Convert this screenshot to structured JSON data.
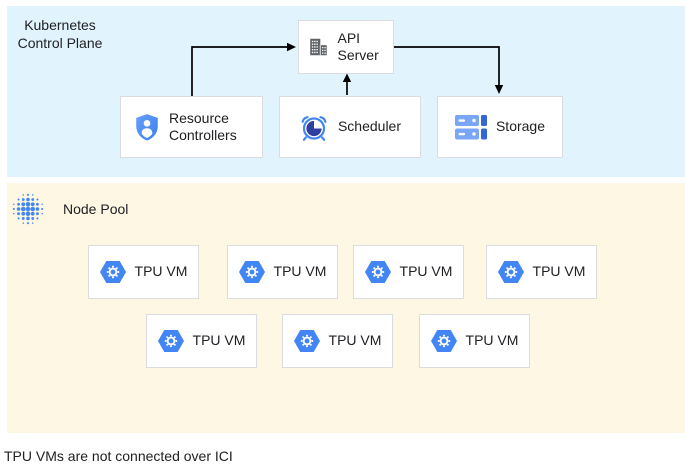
{
  "diagram": {
    "control_plane": {
      "title": "Kubernetes Control Plane",
      "bg_color": "#E1F4FD",
      "nodes": {
        "api_server": "API Server",
        "resource_controllers": "Resource Controllers",
        "scheduler": "Scheduler",
        "storage": "Storage"
      },
      "connections": [
        "Resource Controllers -> API Server",
        "Scheduler -> API Server",
        "API Server -> Storage"
      ]
    },
    "node_pool": {
      "title": "Node Pool",
      "bg_color": "#FDF7E3",
      "tpu_vms": [
        "TPU VM",
        "TPU VM",
        "TPU VM",
        "TPU VM",
        "TPU VM",
        "TPU VM",
        "TPU VM"
      ]
    },
    "caption": "TPU VMs are not connected over ICI",
    "icons": {
      "api_server": "building-icon",
      "resource_controllers": "shield-user-icon",
      "scheduler": "alarm-clock-icon",
      "storage": "disk-stack-icon",
      "node_pool": "dotted-circle-icon",
      "tpu_vm": "hexagon-gear-icon"
    },
    "colors": {
      "accent_blue": "#4285F4",
      "dark_blue": "#3367D6",
      "light_blue": "#79A6F6",
      "navy_pie": "#303F9F",
      "icon_gray": "#5F6368",
      "box_border": "#DADCE0",
      "text": "#202124",
      "arrow": "#000000"
    }
  }
}
